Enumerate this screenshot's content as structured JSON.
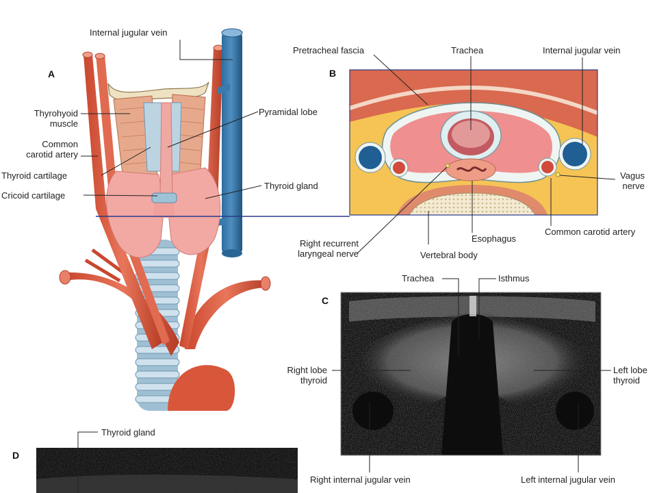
{
  "figure": {
    "panels": {
      "a": "A",
      "b": "B",
      "c": "C",
      "d": "D"
    },
    "panel_a": {
      "internal_jugular_vein": "Internal jugular vein",
      "thyrohyoid_muscle": [
        "Thyrohyoid",
        "muscle"
      ],
      "common_carotid_artery": [
        "Common",
        "carotid artery"
      ],
      "thyroid_cartilage": "Thyroid cartilage",
      "cricoid_cartilage": "Cricoid cartilage",
      "pyramidal_lobe": "Pyramidal lobe",
      "thyroid_gland": "Thyroid gland"
    },
    "panel_b": {
      "pretracheal_fascia": "Pretracheal fascia",
      "trachea": "Trachea",
      "internal_jugular_vein": "Internal jugular vein",
      "vagus_nerve": [
        "Vagus",
        "nerve"
      ],
      "common_carotid_artery": "Common carotid artery",
      "esophagus": "Esophagus",
      "vertebral_body": "Vertebral body",
      "right_recurrent_laryngeal_nerve": [
        "Right recurrent",
        "laryngeal nerve"
      ]
    },
    "panel_c": {
      "trachea": "Trachea",
      "isthmus": "Isthmus",
      "right_lobe_thyroid": [
        "Right lobe",
        "thyroid"
      ],
      "left_lobe_thyroid": [
        "Left lobe",
        "thyroid"
      ],
      "right_internal_jugular_vein": "Right internal jugular vein",
      "left_internal_jugular_vein": "Left internal jugular vein"
    },
    "panel_d": {
      "thyroid_gland": "Thyroid gland"
    }
  }
}
